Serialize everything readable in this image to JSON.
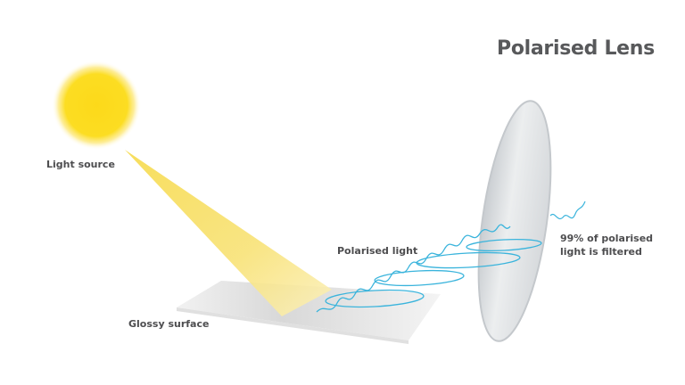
{
  "title": "Polarised Lens",
  "labels": {
    "light_source": "Light source",
    "glossy_surface": "Glossy surface",
    "polarised_light": "Polarised light",
    "filtered_line1": "99% of polarised",
    "filtered_line2": "light is filtered"
  },
  "colors": {
    "sun": "#fcdc1e",
    "beam": "#f7e06a",
    "wave": "#3ab4dc",
    "text": "#4d4d4f",
    "title": "#58595b",
    "lens": "#e6e8ea"
  }
}
